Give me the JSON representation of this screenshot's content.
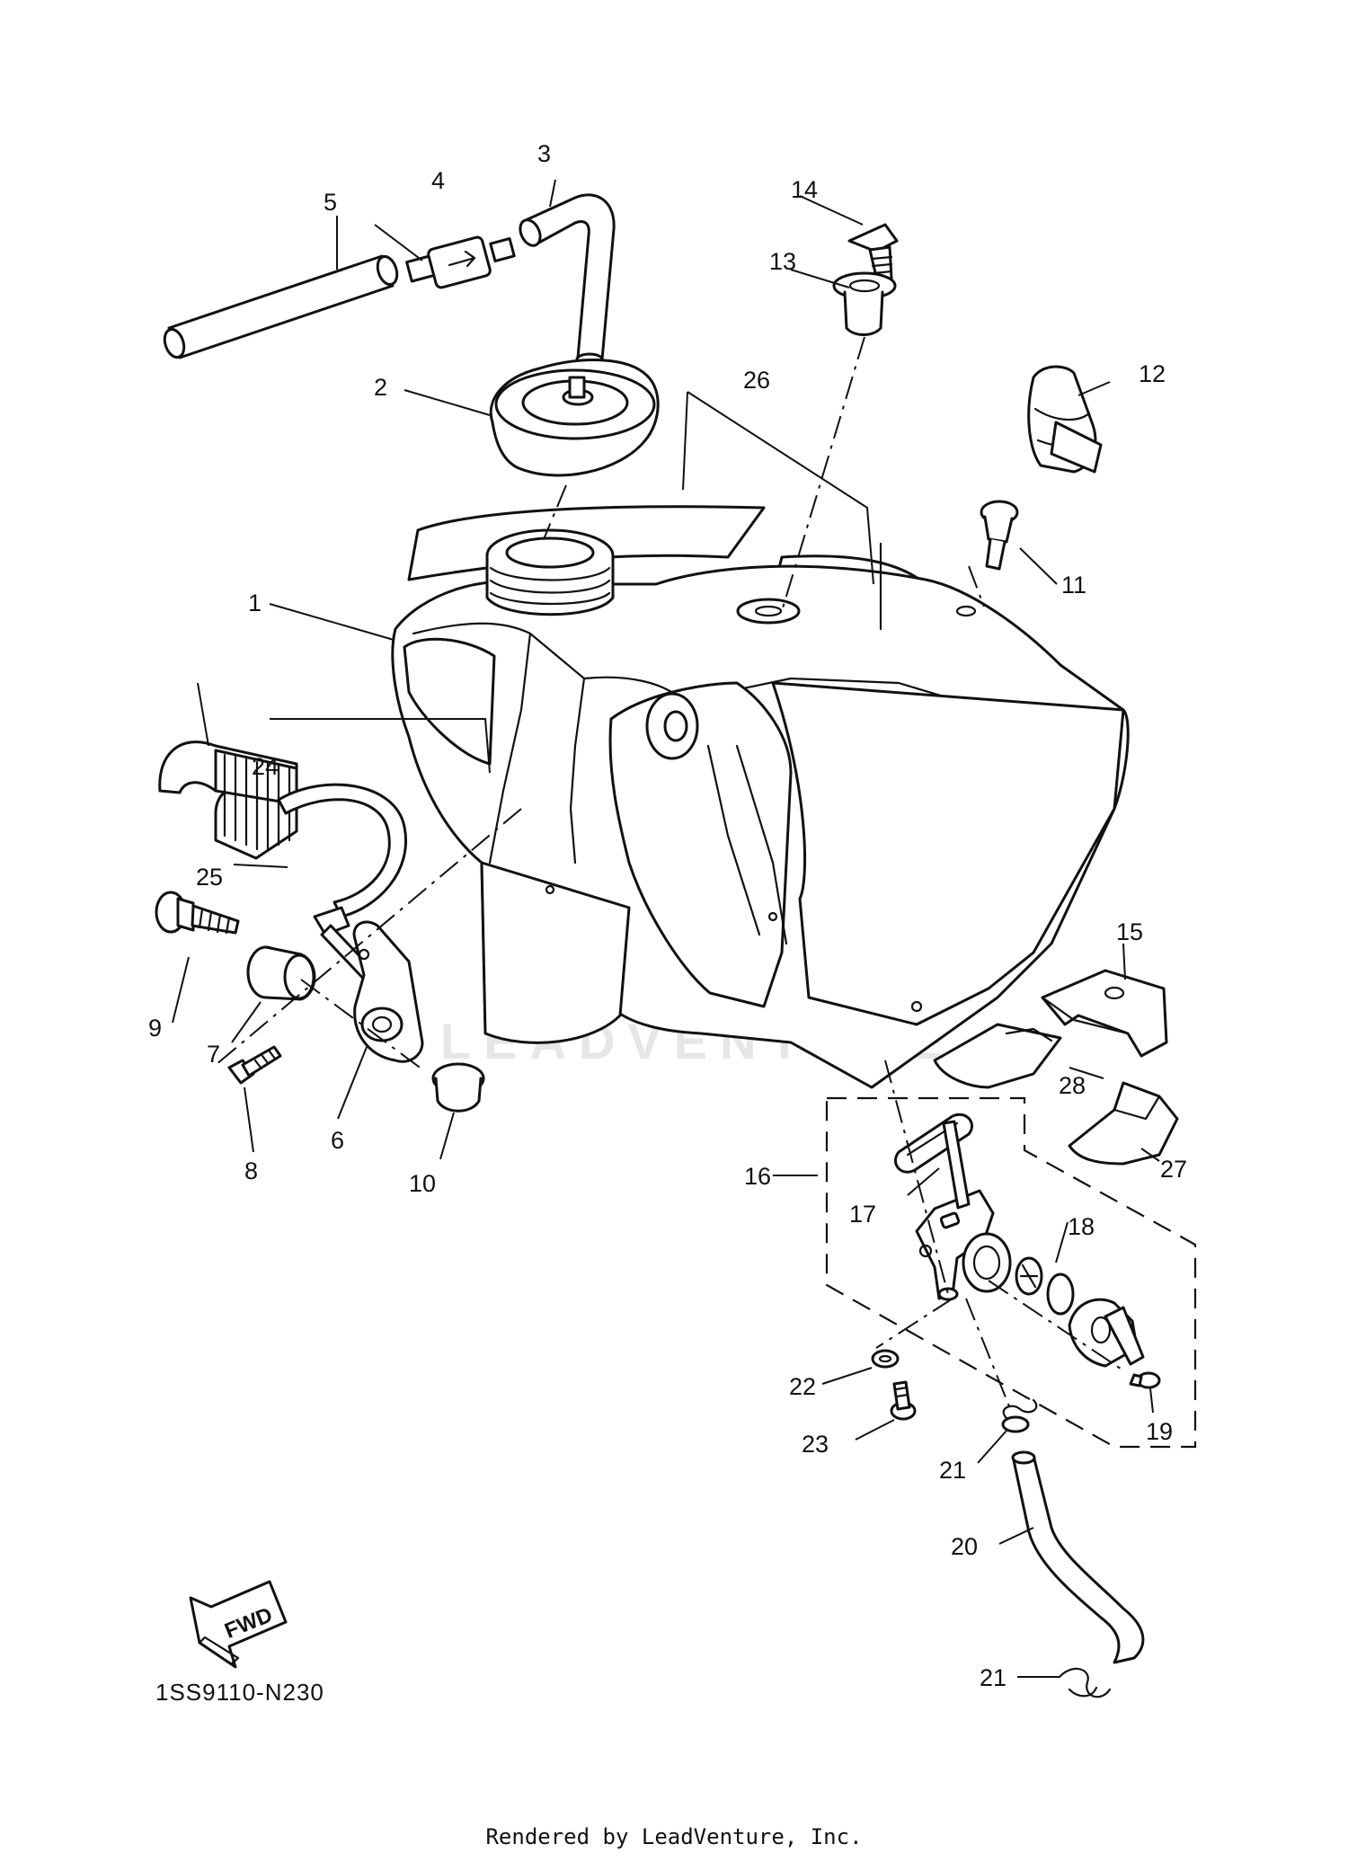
{
  "diagram": {
    "callouts": [
      {
        "id": 1,
        "label": "1"
      },
      {
        "id": 2,
        "label": "2"
      },
      {
        "id": 3,
        "label": "3"
      },
      {
        "id": 4,
        "label": "4"
      },
      {
        "id": 5,
        "label": "5"
      },
      {
        "id": 6,
        "label": "6"
      },
      {
        "id": 7,
        "label": "7"
      },
      {
        "id": 8,
        "label": "8"
      },
      {
        "id": 9,
        "label": "9"
      },
      {
        "id": 10,
        "label": "10"
      },
      {
        "id": 11,
        "label": "11"
      },
      {
        "id": 12,
        "label": "12"
      },
      {
        "id": 13,
        "label": "13"
      },
      {
        "id": 14,
        "label": "14"
      },
      {
        "id": 15,
        "label": "15"
      },
      {
        "id": 16,
        "label": "16"
      },
      {
        "id": 17,
        "label": "17"
      },
      {
        "id": 18,
        "label": "18"
      },
      {
        "id": 19,
        "label": "19"
      },
      {
        "id": 20,
        "label": "20"
      },
      {
        "id": 21,
        "label": "21"
      },
      {
        "id": 22,
        "label": "22"
      },
      {
        "id": 23,
        "label": "23"
      },
      {
        "id": 24,
        "label": "24"
      },
      {
        "id": 25,
        "label": "25"
      },
      {
        "id": 26,
        "label": "26"
      },
      {
        "id": 27,
        "label": "27"
      },
      {
        "id": 28,
        "label": "28"
      },
      {
        "id": 29,
        "label": "21"
      }
    ],
    "fwd_label": "FWD",
    "diagram_code": "1SS9110-N230",
    "watermark": "LEADVENTURE",
    "rendered_by": "Rendered by LeadVenture, Inc."
  }
}
